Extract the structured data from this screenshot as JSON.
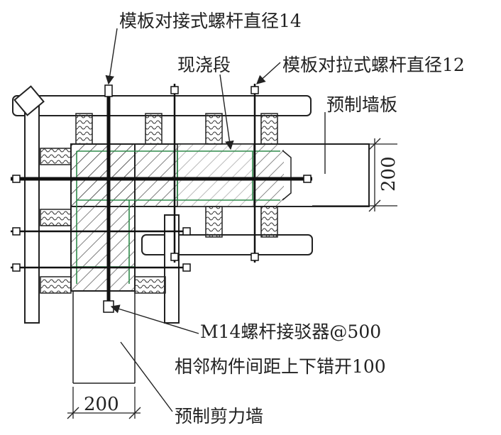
{
  "labels": {
    "duikai_bolt": "模板对接式螺杆直径14",
    "cast_in_place": "现浇段",
    "duila_bolt": "模板对拉式螺杆直径12",
    "precast_wall_panel": "预制墙板",
    "connector": "M14螺杆接驳器@500",
    "stagger_note": "相邻构件间距上下错开100",
    "precast_shear_wall": "预制剪力墙"
  },
  "dimensions": {
    "wall_thickness_right": "200",
    "wall_thickness_bottom": "200"
  }
}
